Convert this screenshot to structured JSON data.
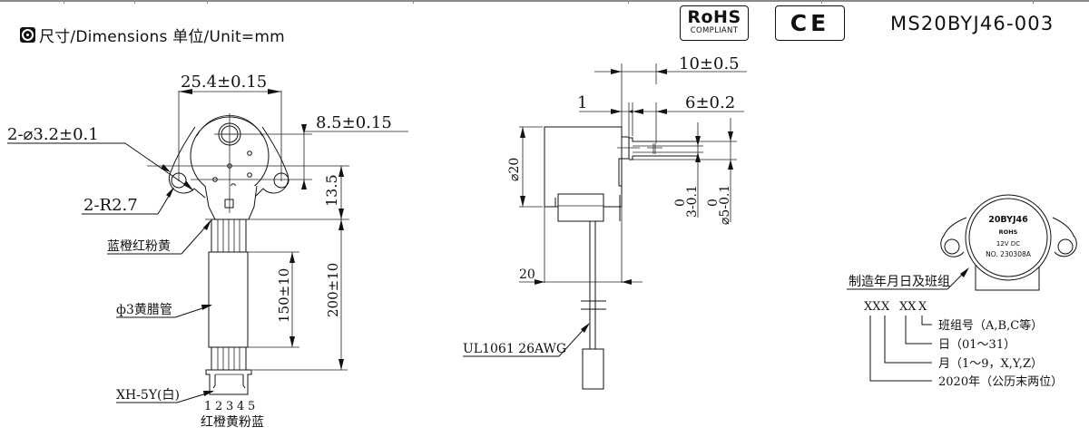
{
  "header": {
    "title": "尺寸/Dimensions 单位/Unit=mm",
    "icon": "target-icon",
    "badges": {
      "rohs_main": "RoHS",
      "rohs_sub": "COMPLIANT",
      "ce": "CE"
    },
    "model_number": "MS20BYJ46-003"
  },
  "front_view": {
    "dim_width": "25.4±0.15",
    "dim_mount_hole": "2-⌀3.2±0.1",
    "dim_radius": "2-R2.7",
    "dim_shaft_offset": "8.5±0.15",
    "dim_height": "13.5",
    "wire_colors_top": "蓝橙红粉黄",
    "sleeve_label": "ф3黄腊管",
    "dim_sleeve": "150±10",
    "dim_lead": "200±10",
    "connector_label": "XH-5Y(白)",
    "pin_numbers": [
      "1",
      "2",
      "3",
      "4",
      "5"
    ],
    "pin_colors": "红橙黄粉蓝"
  },
  "side_view": {
    "dim_shaft_length": "10±0.5",
    "dim_flange": "1",
    "dim_flat_length": "6±0.2",
    "dim_body_dia": "⌀20",
    "dim_flat_tol_top": "0",
    "dim_flat": "3-0.1",
    "dim_shaft_tol_top": "0",
    "dim_shaft_dia": "⌀5-0.1",
    "dim_depth": "20",
    "wire_spec": "UL1061 26AWG"
  },
  "label_view": {
    "motor_text": [
      "20BYJ46",
      "ROHS",
      "12V DC",
      "NO. 230308A"
    ],
    "date_code_title": "制造年月日及班组",
    "code_pattern": [
      "XX",
      "X",
      "XX",
      "X"
    ],
    "legend": [
      "班组号（A,B,C等）",
      "日（01～31）",
      "月（1～9，X,Y,Z）",
      "2020年（公历末两位）"
    ]
  }
}
